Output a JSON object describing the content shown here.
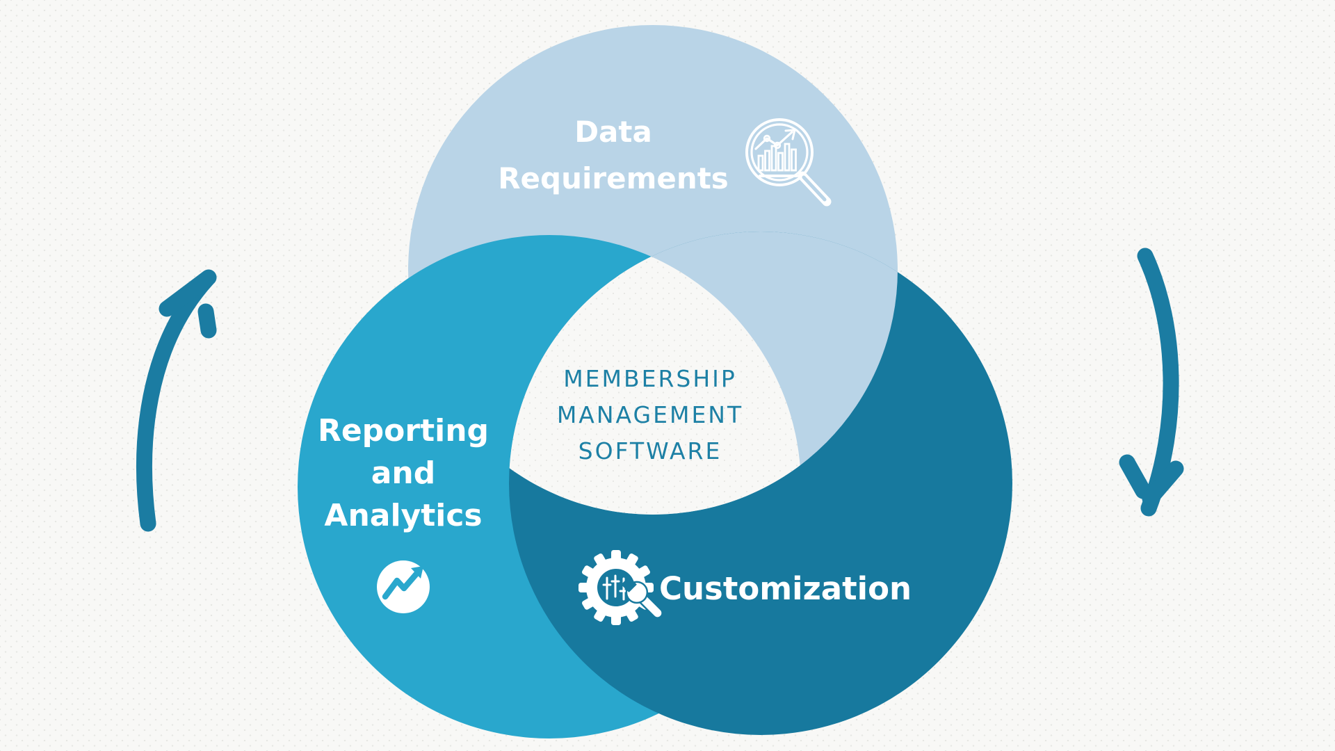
{
  "diagram": {
    "type": "venn-cycle",
    "title": "Membership Management Software venn diagram",
    "center": {
      "label": "MEMBERSHIP MANAGEMENT SOFTWARE",
      "lines": [
        "MEMBERSHIP",
        "MANAGEMENT",
        "SOFTWARE"
      ]
    },
    "circles": [
      {
        "id": "top",
        "label": "Data Requirements",
        "lines": [
          "Data",
          "Requirements"
        ],
        "icon": "magnifier-chart-icon",
        "color": "#b9d4e7"
      },
      {
        "id": "left",
        "label": "Reporting and Analytics",
        "lines": [
          "Reporting",
          "and",
          "Analytics"
        ],
        "icon": "trending-up-icon",
        "color": "#29a7cd"
      },
      {
        "id": "right",
        "label": "Customization",
        "lines": [
          "Customization"
        ],
        "icon": "gear-wrench-icon",
        "color": "#17799e"
      }
    ],
    "arrows": [
      {
        "id": "left-cycle-arrow",
        "direction": "up"
      },
      {
        "id": "right-cycle-arrow",
        "direction": "down"
      }
    ],
    "colors": {
      "background": "#f8f8f6",
      "background_dots": "#e6e7e3",
      "top_circle": "#b9d4e7",
      "left_circle": "#29a7cd",
      "right_circle": "#17799e",
      "arrow": "#1b7ca2",
      "center_text": "#1d80a5",
      "label_text": "#ffffff"
    }
  }
}
